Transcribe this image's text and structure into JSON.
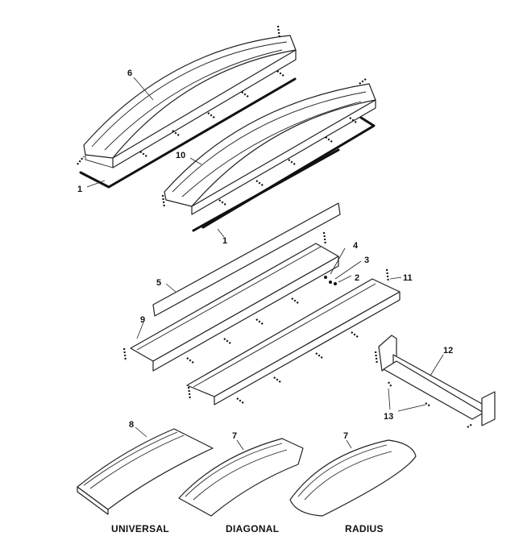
{
  "callouts": {
    "c1a": "1",
    "c1b": "1",
    "c2": "2",
    "c3": "3",
    "c4": "4",
    "c5": "5",
    "c6": "6",
    "c7a": "7",
    "c7b": "7",
    "c8": "8",
    "c9": "9",
    "c10": "10",
    "c11": "11",
    "c12": "12",
    "c13": "13"
  },
  "captions": {
    "universal": "UNIVERSAL",
    "diagonal": "DIAGONAL",
    "radius": "RADIUS"
  },
  "colors": {
    "line": "#222222",
    "background": "#ffffff"
  }
}
